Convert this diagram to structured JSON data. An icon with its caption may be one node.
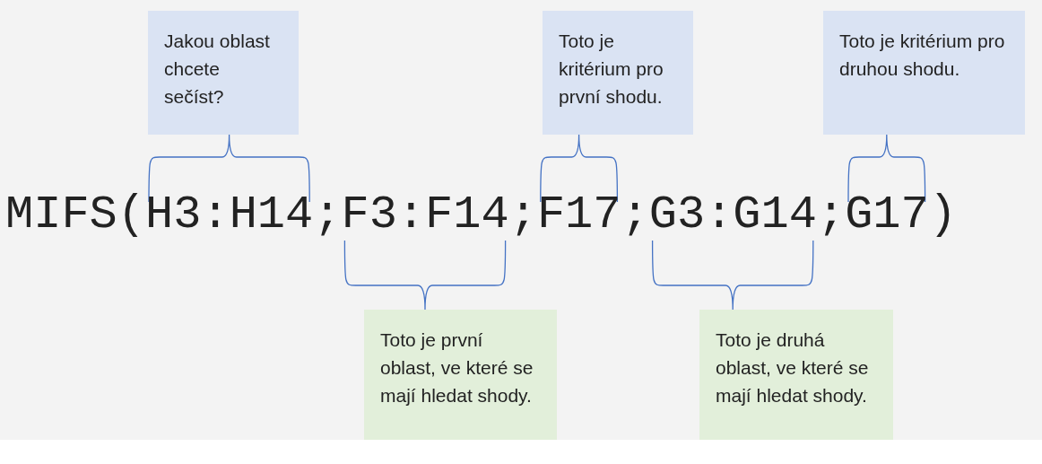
{
  "diagram": {
    "nodes": [
      {
        "text": [
          "Jakou oblast chcete sečíst?"
        ]
      },
      {
        "text": [
          "Toto je kritérium pro první shodu."
        ]
      },
      {
        "text": [
          "Toto je kritérium pro druhou shodu."
        ]
      },
      {
        "text": [
          "Toto je první oblast, ve které se mají hledat shody."
        ]
      },
      {
        "text": [
          "Toto je druhá oblast, ve které se mají hledat shody."
        ]
      }
    ],
    "labels": [
      "MIFS(H3:H14;F3:F14;F17;G3:G14;G17)"
    ]
  }
}
